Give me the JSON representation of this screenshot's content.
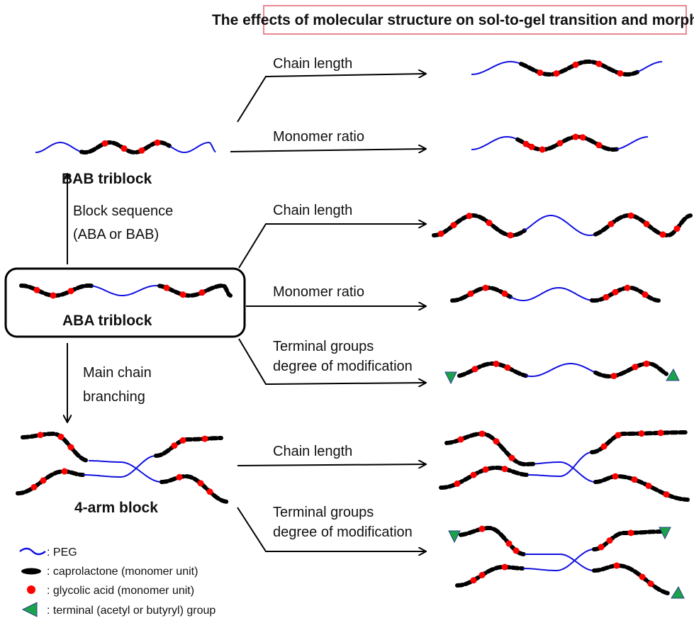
{
  "title": "The effects of molecular structure on sol-to-gel transition and morphology",
  "colors": {
    "peg": "#1010e0",
    "caprolactone": "#000000",
    "glycolic_acid": "#ff0000",
    "terminal_fill": "#1aa34a",
    "terminal_stroke": "#2b3d8f",
    "title_border": "#e06070"
  },
  "structures": {
    "bab": "BAB triblock",
    "aba": "ABA triblock",
    "four_arm": "4-arm block"
  },
  "transitions": {
    "block_sequence": [
      "Block sequence",
      "(ABA or BAB)"
    ],
    "branching": [
      "Main chain",
      "branching"
    ],
    "bab_chain_length": "Chain length",
    "bab_monomer_ratio": "Monomer ratio",
    "aba_chain_length": "Chain length",
    "aba_monomer_ratio": "Monomer ratio",
    "aba_terminal": [
      "Terminal groups",
      "degree of modification"
    ],
    "arm_chain_length": "Chain length",
    "arm_terminal": [
      "Terminal groups",
      "degree of modification"
    ]
  },
  "legend": [
    {
      "icon": "peg-wave",
      "label": ": PEG"
    },
    {
      "icon": "caprolactone-ellipse",
      "label": ": caprolactone (monomer unit)"
    },
    {
      "icon": "glycolic-dot",
      "label": ": glycolic acid (monomer unit)"
    },
    {
      "icon": "terminal-triangle",
      "label": ": terminal (acetyl or butyryl) group"
    }
  ]
}
